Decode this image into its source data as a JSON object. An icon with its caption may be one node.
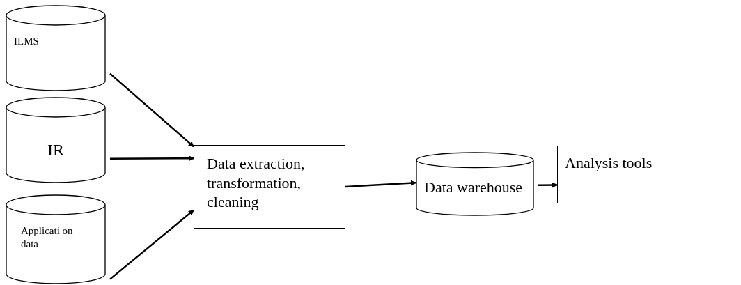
{
  "diagram": {
    "nodes": [
      {
        "text": [
          "ILMS"
        ]
      },
      {
        "text": [
          "IR"
        ]
      },
      {
        "text": [
          "Applicati on data"
        ]
      },
      {
        "text": [
          "Data extraction, transformation, cleaning"
        ]
      },
      {
        "text": [
          "Data warehouse"
        ]
      },
      {
        "text": [
          "Analysis tools"
        ]
      }
    ],
    "edges": [
      {
        "from": 0,
        "to": 3,
        "arrow": "to"
      },
      {
        "from": 1,
        "to": 3,
        "arrow": "to"
      },
      {
        "from": 2,
        "to": 3,
        "arrow": "to"
      },
      {
        "from": 3,
        "to": 4,
        "arrow": "to"
      },
      {
        "from": 4,
        "to": 5,
        "arrow": "to"
      }
    ]
  }
}
